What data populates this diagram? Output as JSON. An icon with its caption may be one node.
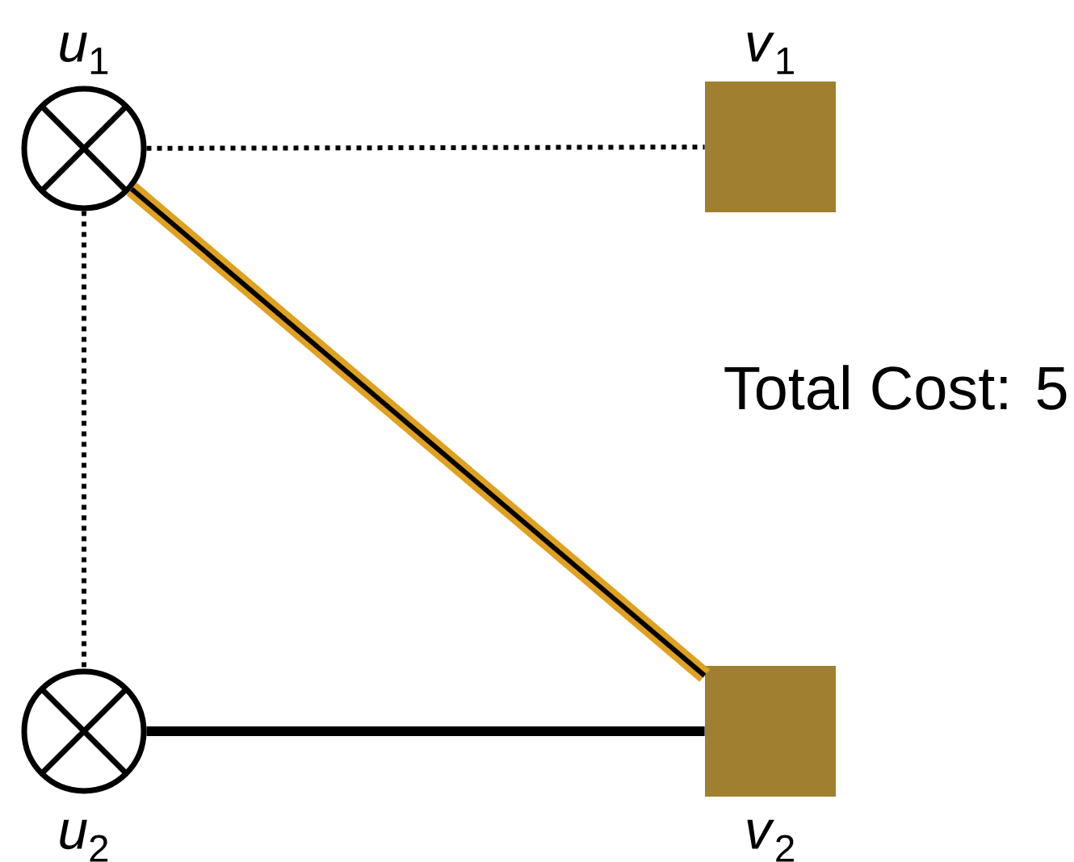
{
  "diagram": {
    "nodes": [
      {
        "text": [],
        "shape": "circle",
        "beside": [
          "*u*$_{1}$"
        ]
      },
      {
        "text": [],
        "shape": "box",
        "beside": [
          "*v*$_{1}$"
        ]
      },
      {
        "text": [],
        "shape": "circle",
        "beside": [
          "*u*$_{2}$"
        ]
      },
      {
        "text": [],
        "shape": "box",
        "beside": [
          "*v*$_{2}$"
        ]
      }
    ],
    "edges": [
      {
        "from": 0,
        "to": 1,
        "arrow": "none",
        "style": "dashed"
      },
      {
        "from": 0,
        "to": 2,
        "arrow": "none",
        "style": "dashed"
      },
      {
        "from": 0,
        "to": 3,
        "arrow": "none",
        "style": "thick",
        "color": "#e0a020"
      },
      {
        "from": 2,
        "to": 3,
        "arrow": "none",
        "style": "thick"
      }
    ],
    "labels": [
      "Total Cost: 5"
    ]
  }
}
